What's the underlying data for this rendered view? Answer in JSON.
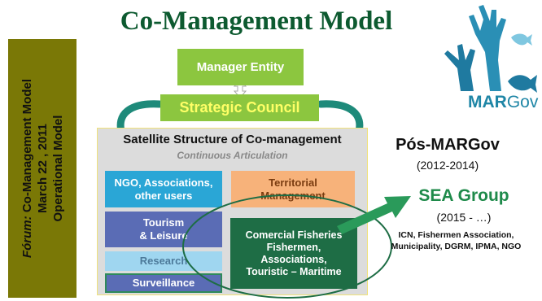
{
  "title": "Co-Management Model",
  "forum": {
    "label": "Fórum:",
    "line1": "Co-Management Model",
    "line2": "March 22 , 2011",
    "line3": "Operational Model"
  },
  "manager_entity": "Manager Entity",
  "strategic_council": "Strategic Council",
  "satellite": {
    "title": "Satellite Structure of Co-management",
    "subtitle": "Continuous Articulation",
    "ngo_line1": "NGO, Associations,",
    "ngo_line2": "other users",
    "territorial_line1": "Territorial",
    "territorial_line2": "Management",
    "tourism_line1": "Tourism",
    "tourism_line2": "& Leisure",
    "research": "Research",
    "surveillance": "Surveillance",
    "fisheries_line1": "Comercial Fisheries",
    "fisheries_line2": "Fishermen,",
    "fisheries_line3": "Associations,",
    "fisheries_line4": "Touristic – Maritime"
  },
  "pos_margov": {
    "title": "Pós-MARGov",
    "years": "(2012-2014)"
  },
  "sea_group": {
    "title": "SEA Group",
    "years": "(2015 - …)",
    "members_line1": "ICN, Fishermen Association,",
    "members_line2": "Municipality, DGRM, IPMA, NGO"
  },
  "logo": {
    "mar": "MAR",
    "gov": "Gov"
  },
  "colors": {
    "title_green": "#0d5a30",
    "olive": "#7a7806",
    "light_green": "#8cc63f",
    "dark_green": "#1e6d45",
    "accent_teal": "#2aa6d6",
    "logo_blue": "#1f86a6"
  }
}
